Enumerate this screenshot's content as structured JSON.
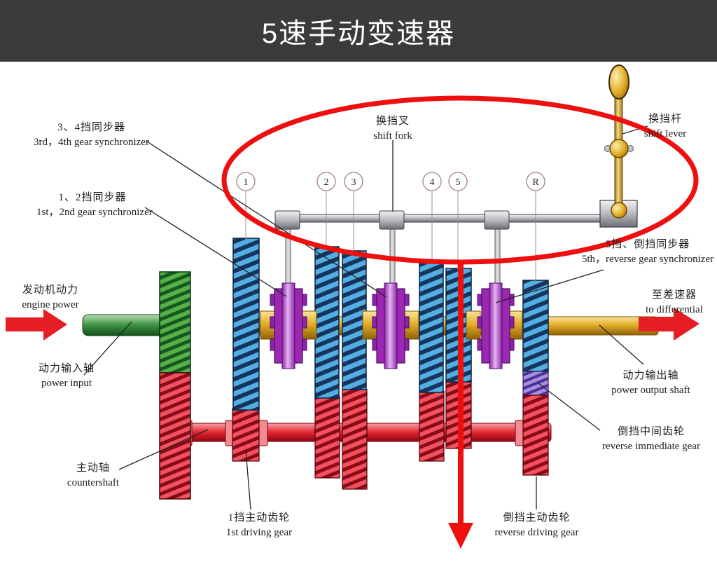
{
  "title": "5速手动变速器",
  "circles": [
    "1",
    "2",
    "3",
    "4",
    "5",
    "R"
  ],
  "labels": {
    "synchro34": {
      "zh": "3、4挡同步器",
      "en": "3rd，4th gear synchronizer"
    },
    "synchro12": {
      "zh": "1、2挡同步器",
      "en": "1st，2nd gear synchronizer"
    },
    "shift_fork": {
      "zh": "换挡叉",
      "en": "shift fork"
    },
    "shift_lever": {
      "zh": "换挡杆",
      "en": "shift lever"
    },
    "synchro5r": {
      "zh": "5挡、倒挡同步器",
      "en": "5th，reverse gear synchronizer"
    },
    "engine_power": {
      "zh": "发动机动力",
      "en": "engine power"
    },
    "power_input": {
      "zh": "动力输入轴",
      "en": "power input"
    },
    "countershaft": {
      "zh": "主动轴",
      "en": "countershaft"
    },
    "first_driving_gear": {
      "zh": "1挡主动齿轮",
      "en": "1st driving gear"
    },
    "to_differential": {
      "zh": "至差速器",
      "en": "to differential"
    },
    "power_output_shaft": {
      "zh": "动力输出轴",
      "en": "power output shaft"
    },
    "reverse_immediate_gear": {
      "zh": "倒挡中间齿轮",
      "en": "reverse immediate gear"
    },
    "reverse_driving_gear": {
      "zh": "倒挡主动齿轮",
      "en": "reverse driving gear"
    }
  },
  "colors": {
    "title_bar_bg": "#3b3b3b",
    "annotation_red": "#ee0f0f",
    "gear_blue": "#4fa8dc",
    "gear_red": "#e63946",
    "gear_green": "#57b14a",
    "synchronizer_purple": "#9c27b0",
    "shaft_gold": "#e3ae2b"
  }
}
